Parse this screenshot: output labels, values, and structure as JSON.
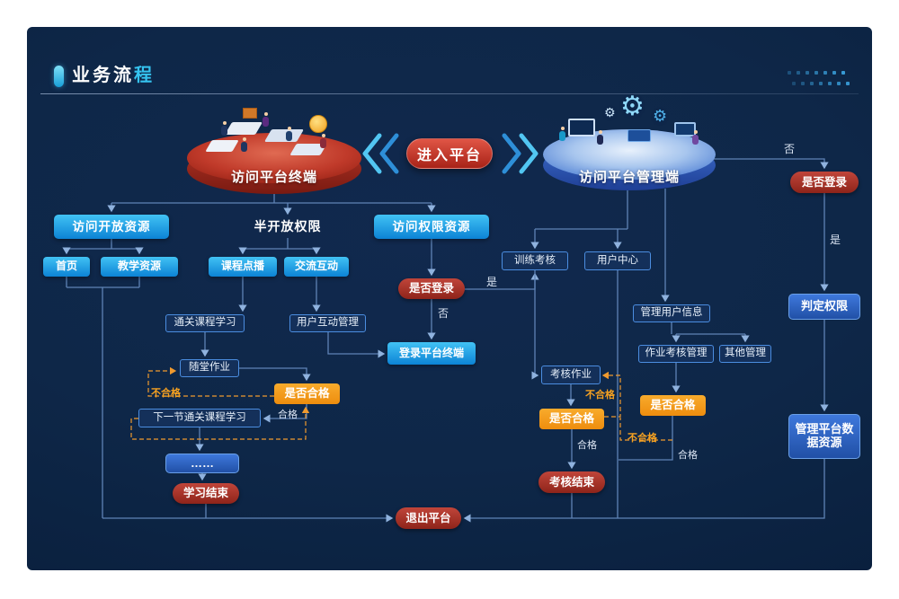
{
  "header": {
    "title_main": "业务流",
    "title_accent": "程"
  },
  "icons": {
    "gear": "⚙"
  },
  "colors": {
    "panel_bg": "#0d2444",
    "cyan": "#17a4e6",
    "red": "#a93226",
    "orange": "#f5971d",
    "outline_blue": "#4b8de0",
    "accent": "#35c3ef"
  },
  "nodes": {
    "platform_left": "访问平台终端",
    "platform_right": "访问平台管理端",
    "enter": "进入平台",
    "open_res": "访问开放资源",
    "semi_open": "半开放权限",
    "perm_res": "访问权限资源",
    "home": "首页",
    "teach_res": "教学资源",
    "course_vod": "课程点播",
    "interact": "交流互动",
    "train_exam": "训练考核",
    "user_center": "用户中心",
    "is_login_mid": "是否登录",
    "pass_course": "通关课程学习",
    "user_interact_mgmt": "用户互动管理",
    "login_terminal": "登录平台终端",
    "class_homework": "随堂作业",
    "is_qualified_left": "是否合格",
    "next_course": "下一节通关课程学习",
    "ellipsis": "……",
    "study_end": "学习结束",
    "exam_homework": "考核作业",
    "is_qualified_mid": "是否合格",
    "exam_end": "考核结束",
    "manage_user_info": "管理用户信息",
    "homework_exam_mgmt": "作业考核管理",
    "other_mgmt": "其他管理",
    "is_qualified_right": "是否合格",
    "is_login_right": "是否登录",
    "judge_perm": "判定权限",
    "manage_data": "管理平台数据资源",
    "exit": "退出平台"
  },
  "edges": {
    "yes_mid": "是",
    "no_mid": "否",
    "no_right": "否",
    "yes_right": "是",
    "fail_left": "不合格",
    "pass_left": "合格",
    "fail_mid": "不合格",
    "pass_mid": "合格",
    "fail_right": "不合格",
    "pass_right": "合格"
  }
}
